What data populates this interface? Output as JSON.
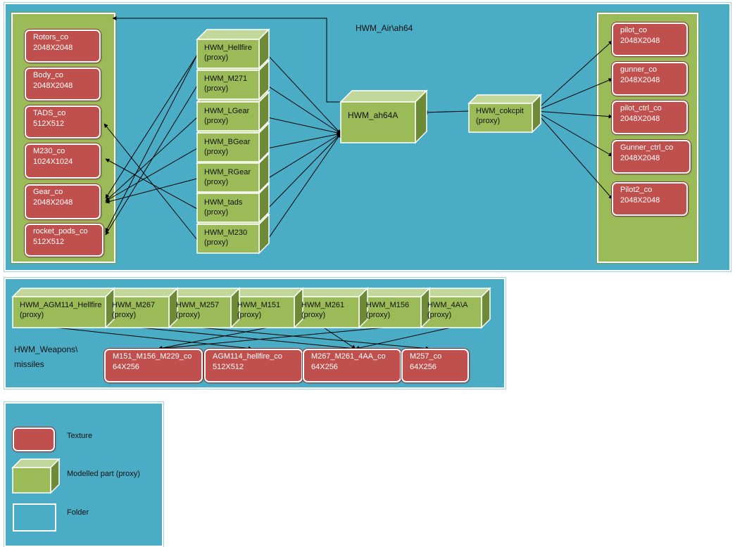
{
  "colors": {
    "folder": "#4bacc6",
    "panel": "#9bbb59",
    "texture": "#c0504d",
    "proxy_front": "#9bbb59",
    "proxy_top": "#c2d89a",
    "proxy_side": "#6f8a36"
  },
  "air": {
    "title": "HWM_Air\\ah64",
    "main_part": "HWM_ah64A",
    "cockpit": {
      "name": "HWM_cokcpit",
      "tag": "(proxy)"
    },
    "left_textures": [
      {
        "name": "Rotors_co",
        "size": "2048X2048"
      },
      {
        "name": "Body_co",
        "size": "2048X2048"
      },
      {
        "name": "TADS_co",
        "size": "512X512"
      },
      {
        "name": "M230_co",
        "size": "1024X1024"
      },
      {
        "name": "Gear_co",
        "size": "2048X2048"
      },
      {
        "name": "rocket_pods_co",
        "size": "512X512"
      }
    ],
    "proxies": [
      {
        "name": "HWM_Hellfire",
        "tag": "(proxy)"
      },
      {
        "name": "HWM_M271",
        "tag": "(proxy)"
      },
      {
        "name": "HWM_LGear",
        "tag": "(proxy)"
      },
      {
        "name": "HWM_BGear",
        "tag": "(proxy)"
      },
      {
        "name": "HWM_RGear",
        "tag": "(proxy)"
      },
      {
        "name": "HWM_tads",
        "tag": "(proxy)"
      },
      {
        "name": "HWM_M230",
        "tag": "(proxy)"
      }
    ],
    "right_textures": [
      {
        "name": "pilot_co",
        "size": "2048X2048"
      },
      {
        "name": "gunner_co",
        "size": "2048X2048"
      },
      {
        "name": "pilot_ctrl_co",
        "size": "2048X2048"
      },
      {
        "name": "Gunner_ctrl_co",
        "size": "2048X2048"
      },
      {
        "name": "Pilot2_co",
        "size": "2048X2048"
      }
    ]
  },
  "weapons": {
    "title": "HWM_Weapons\\",
    "subtitle": "missiles",
    "proxies": [
      {
        "name": "HWM_AGM114_Hellfire",
        "tag": "(proxy)"
      },
      {
        "name": "HWM_M267",
        "tag": "(proxy)"
      },
      {
        "name": "HWM_M257",
        "tag": "(proxy)"
      },
      {
        "name": "HWM_M151",
        "tag": "(proxy)"
      },
      {
        "name": "HWM_M261",
        "tag": "(proxy)"
      },
      {
        "name": "HWM_M156",
        "tag": "(proxy)"
      },
      {
        "name": "HWM_4A\\A",
        "tag": "(proxy)"
      }
    ],
    "textures": [
      {
        "name": "M151_M156_M229_co",
        "size": "64X256"
      },
      {
        "name": "AGM114_hellfire_co",
        "size": "512X512"
      },
      {
        "name": "M267_M261_4AA_co",
        "size": "64X256"
      },
      {
        "name": "M257_co",
        "size": "64X256"
      }
    ]
  },
  "legend": {
    "texture": "Texture",
    "modelled_part": "Modelled part (proxy)",
    "folder": "Folder"
  }
}
